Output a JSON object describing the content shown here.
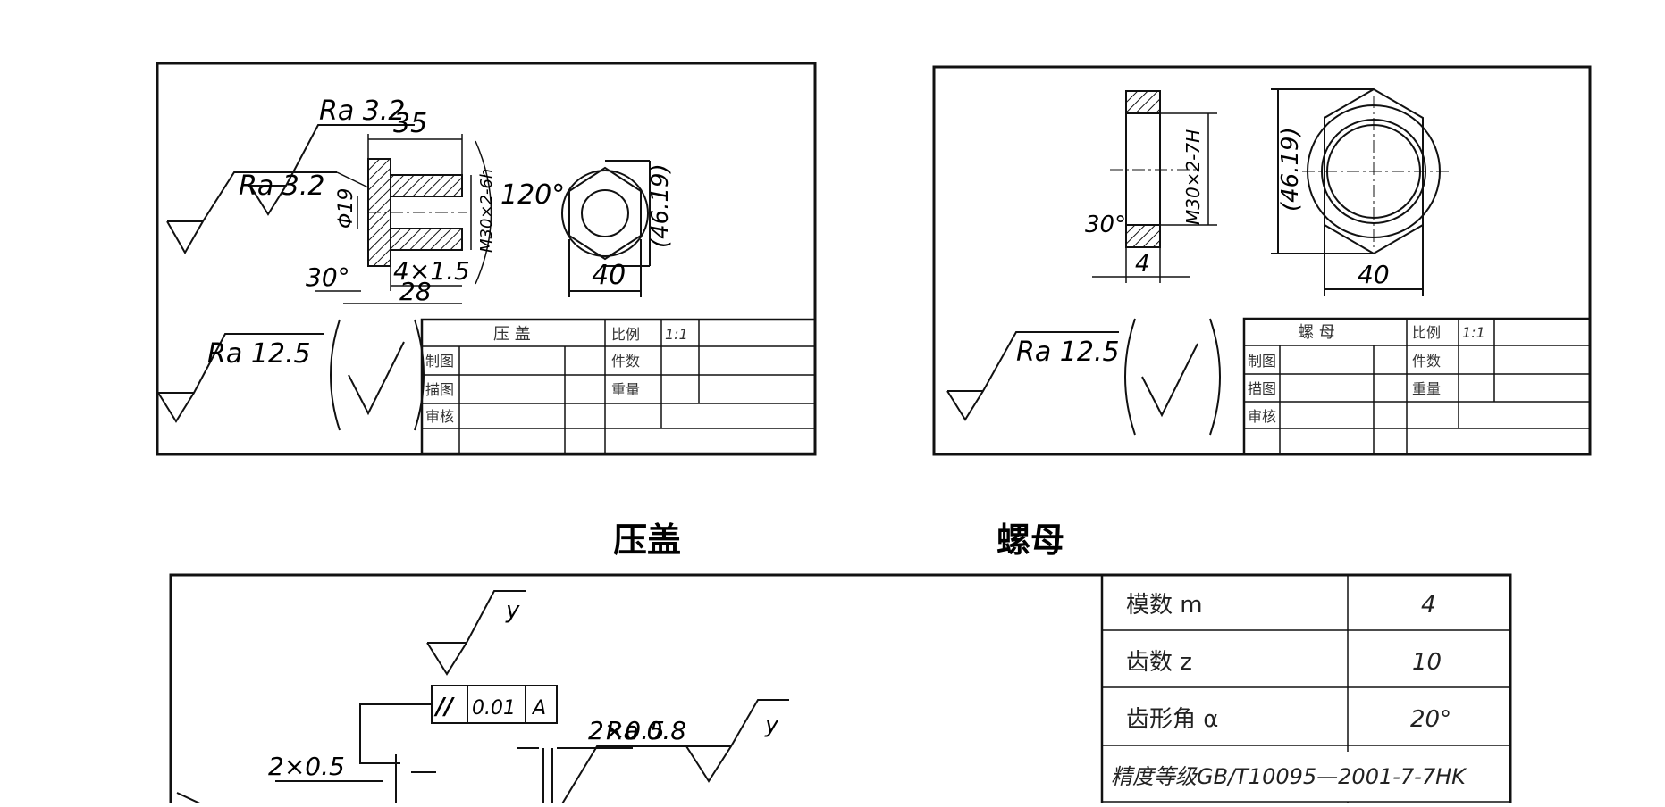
{
  "drawing1": {
    "title": "压盖",
    "roughness_top": "Ra 3.2",
    "roughness_mid": "Ra 3.2",
    "roughness_general": "Ra 12.5",
    "dim_length": "35",
    "dim_bore": "Φ19",
    "dim_thread": "M30×2-6h",
    "dim_angle": "120°",
    "dim_groove": "4×1.5",
    "dim_chamfer_angle": "30°",
    "dim_shoulder": "28",
    "dim_flats": "40",
    "dim_corners": "(46.19)",
    "titleblock": {
      "part_name": "压 盖",
      "scale_label": "比例",
      "scale_value": "1:1",
      "qty_label": "件数",
      "weight_label": "重量",
      "drawn_label": "制图",
      "traced_label": "描图",
      "checked_label": "审核"
    }
  },
  "drawing2": {
    "title": "螺母",
    "roughness_general": "Ra 12.5",
    "dim_thread": "M30×2-7H",
    "dim_chamfer_angle": "30°",
    "dim_width": "4",
    "dim_corners": "(46.19)",
    "dim_flats": "40",
    "titleblock": {
      "part_name": "螺 母",
      "scale_label": "比例",
      "scale_value": "1:1",
      "qty_label": "件数",
      "weight_label": "重量",
      "drawn_label": "制图",
      "traced_label": "描图",
      "checked_label": "审核"
    }
  },
  "drawing3": {
    "roughness_y": "y",
    "roughness_y2": "y",
    "tolerance_symbol": "//",
    "tolerance_value": "0.01",
    "tolerance_datum": "A",
    "chamfer_left": "2×0.5",
    "chamfer_right": "2×0.5",
    "roughness_ra": "Ra 0.8",
    "param_table": [
      {
        "label": "模数 m",
        "value": "4"
      },
      {
        "label": "齿数 z",
        "value": "10"
      },
      {
        "label": "齿形角 α",
        "value": "20°"
      },
      {
        "label": "精度等级GB/T10095—2001-7-7HK",
        "value": ""
      }
    ]
  }
}
